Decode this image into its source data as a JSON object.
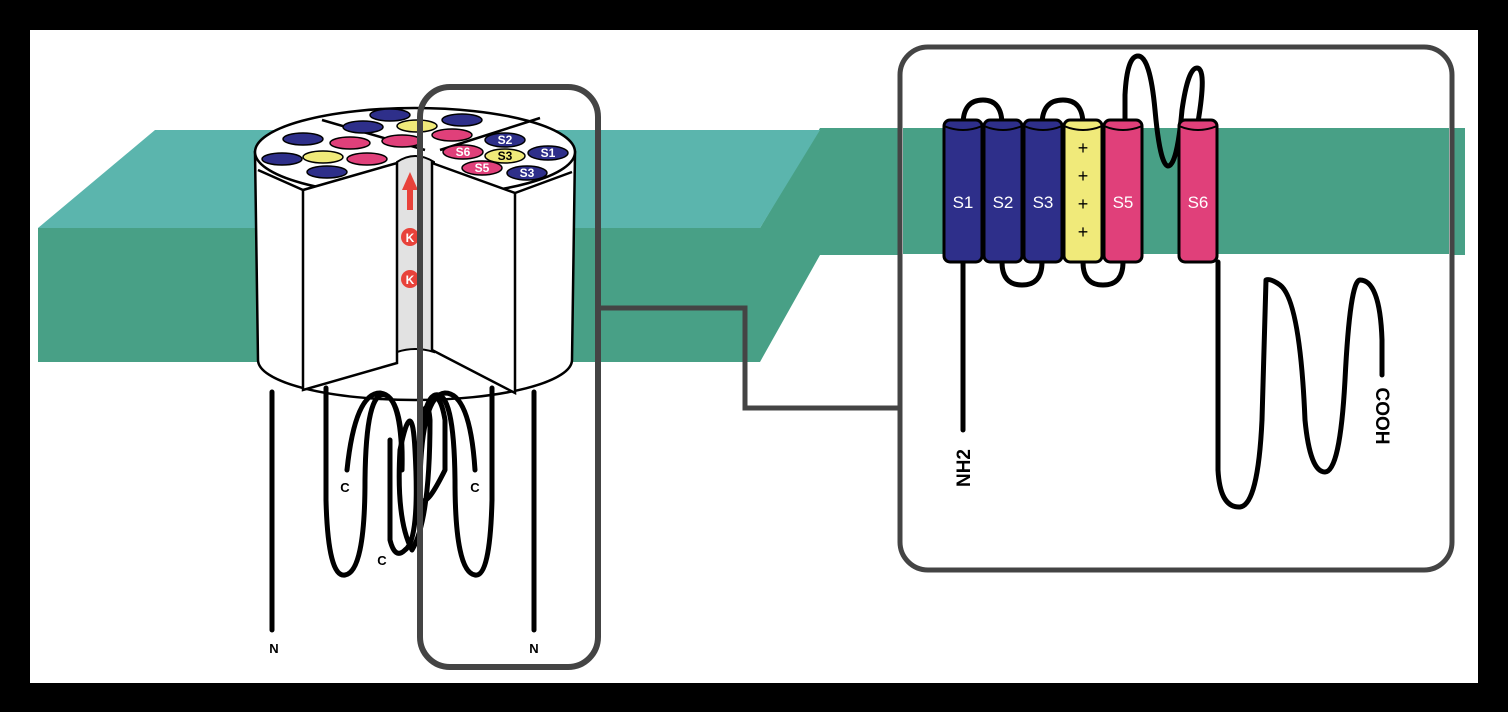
{
  "colors": {
    "background": "#000000",
    "panel": "#ffffff",
    "membrane_top": "#5bb5ad",
    "membrane_front": "#48a086",
    "voltage_sensor_helix": "#2e2f8a",
    "charged_helix": "#f0ea7a",
    "pore_helix": "#e0407a",
    "ion": "#e8423a",
    "frame": "#444444"
  },
  "channel": {
    "top_labels": [
      "S2",
      "S6",
      "S3",
      "S1",
      "S5",
      "S3"
    ],
    "ion_labels": [
      "K",
      "K"
    ],
    "terminal_labels": {
      "n_left": "N",
      "n_right": "N",
      "c_left": "C",
      "c_middle": "C",
      "c_right": "C"
    },
    "icons": [
      "ion-flow-arrow-icon"
    ]
  },
  "subunit": {
    "helices": [
      {
        "label": "S1",
        "color": "#2e2f8a"
      },
      {
        "label": "S2",
        "color": "#2e2f8a"
      },
      {
        "label": "S3",
        "color": "#2e2f8a"
      },
      {
        "label": "",
        "color": "#f0ea7a",
        "charges": [
          "+",
          "+",
          "+",
          "+"
        ]
      },
      {
        "label": "S5",
        "color": "#e0407a"
      },
      {
        "label": "S6",
        "color": "#e0407a"
      }
    ],
    "n_terminus": "NH2",
    "c_terminus": "COOH"
  }
}
